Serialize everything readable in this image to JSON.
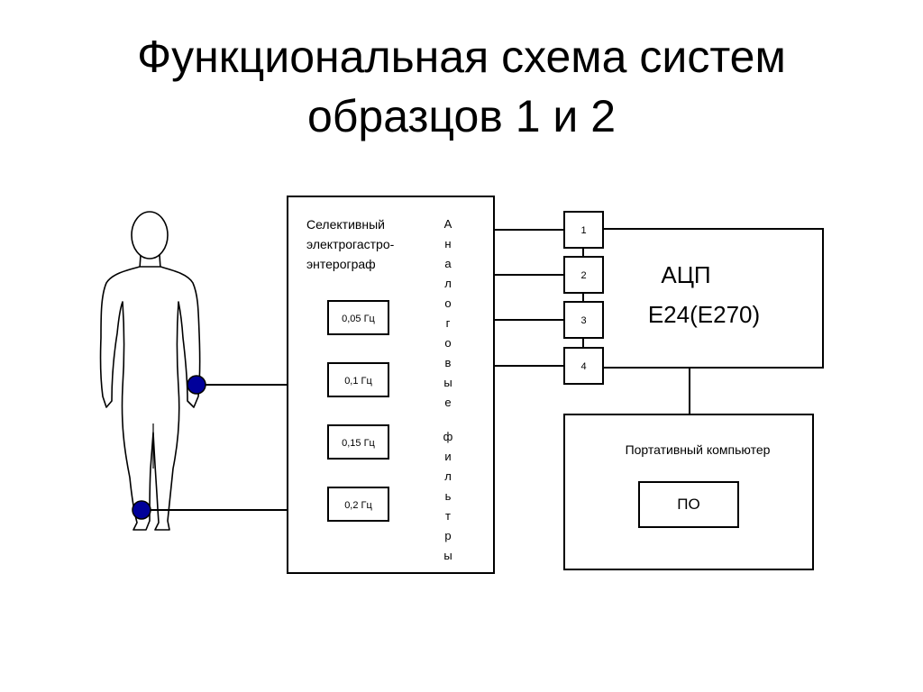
{
  "title": {
    "line1": "Функциональная схема систем",
    "line2": "образцов 1 и 2"
  },
  "egeg": {
    "label_lines": [
      "Селективный",
      "электрогастро-",
      "энтерограф"
    ],
    "filters": [
      "0,05 Гц",
      "0,1 Гц",
      "0,15 Гц",
      "0,2 Гц"
    ],
    "vertical_letters": [
      "А",
      "н",
      "а",
      "л",
      "о",
      "г",
      "о",
      "в",
      "ы",
      "е",
      "",
      "ф",
      "и",
      "л",
      "ь",
      "т",
      "р",
      "ы"
    ]
  },
  "channels": [
    "1",
    "2",
    "3",
    "4"
  ],
  "adc": {
    "line1": "АЦП",
    "line2": "E24(E270)"
  },
  "computer": {
    "label": "Портативный компьютер",
    "software": "ПО"
  },
  "colors": {
    "electrode": "#00009a",
    "stroke": "#000000",
    "body_fill": "#ffffff"
  }
}
